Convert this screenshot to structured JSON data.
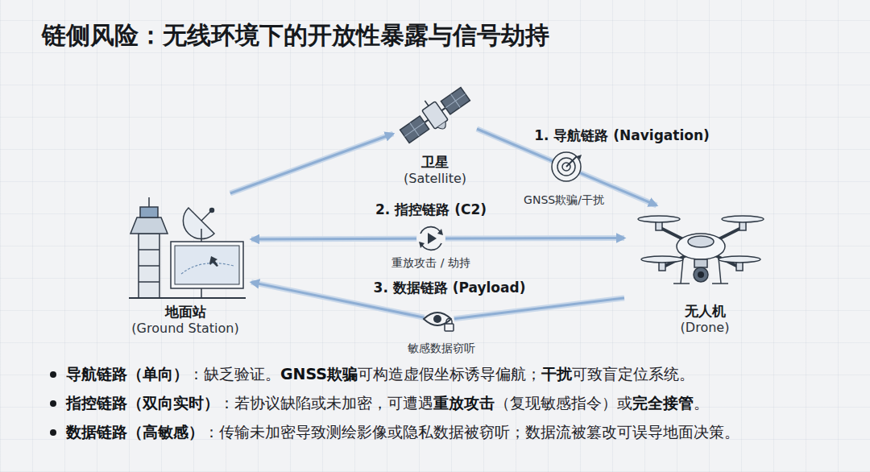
{
  "diagram": {
    "title": "链侧风险：无线环境下的开放性暴露与信号劫持",
    "nodes": [
      {
        "text": [
          "卫星",
          "(Satellite)"
        ]
      },
      {
        "text": [
          "地面站",
          "(Ground Station)"
        ]
      },
      {
        "text": [
          "无人机",
          "(Drone)"
        ]
      }
    ],
    "edges": [
      {
        "from": 1,
        "to": 0,
        "arrow": "to"
      },
      {
        "from": 0,
        "to": 2,
        "arrow": "to"
      },
      {
        "from": 1,
        "to": 2,
        "arrow": "both"
      },
      {
        "from": 2,
        "to": 1,
        "arrow": "to"
      }
    ],
    "labels": [
      "1. 导航链路 (Navigation)",
      "GNSS欺骗/干扰",
      "2. 指控链路 (C2)",
      "重放攻击 / 劫持",
      "3. 数据链路 (Payload)",
      "敏感数据窃听",
      "导航链路（单向）",
      "：缺乏验证。",
      "GNSS欺骗",
      "可构造虚假坐标诱导偏航；",
      "干扰",
      "可致盲定位系统。",
      "指控链路（双向实时）",
      "：若协议缺陷或未加密，可遭遇",
      "重放攻击",
      "（复现敏感指令）或",
      "完全接管",
      "。",
      "数据链路（高敏感）",
      "：传输未加密导致测绘影像或隐私数据被窃听；数据流被篡改可误导地面决策。"
    ]
  }
}
